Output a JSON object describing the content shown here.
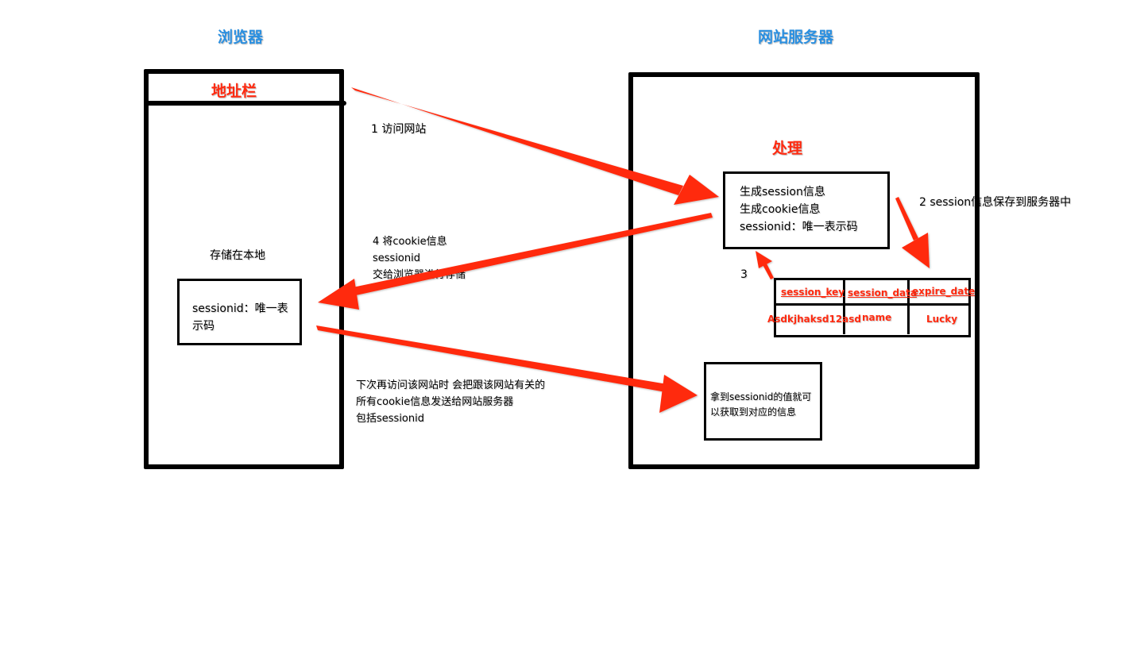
{
  "browser": {
    "title": "浏览器",
    "address_bar": "地址栏",
    "storage_label": "存储在本地",
    "cookie_box_lines": [
      "sessionid：唯一表",
      "示码"
    ]
  },
  "server": {
    "title": "网站服务器",
    "process_title": "处理",
    "process_box_lines": [
      "生成session信息",
      "生成cookie信息",
      "sessionid：唯一表示码"
    ],
    "lookup_box_lines": [
      "拿到sessionid的值就可",
      "以获取到对应的信息"
    ],
    "table": {
      "headers": [
        "session_key",
        "session_data",
        "expire_date"
      ],
      "row": [
        "Asdkjhaksd12asd",
        "name",
        "Lucky"
      ]
    }
  },
  "steps": {
    "step1": "1 访问网站",
    "step2": "2 session信息保存到服务器中",
    "step3": "3",
    "step4_lines": [
      "4 将cookie信息",
      "sessionid",
      "交给浏览器进行存储"
    ],
    "next_visit_lines": [
      "下次再访问该网站时 会把跟该网站有关的",
      "所有cookie信息发送给网站服务器",
      "包括sessionid"
    ]
  },
  "colors": {
    "accent_blue": "#2a8fe0",
    "arrow_red": "#ff2a10",
    "stroke": "#000000"
  }
}
